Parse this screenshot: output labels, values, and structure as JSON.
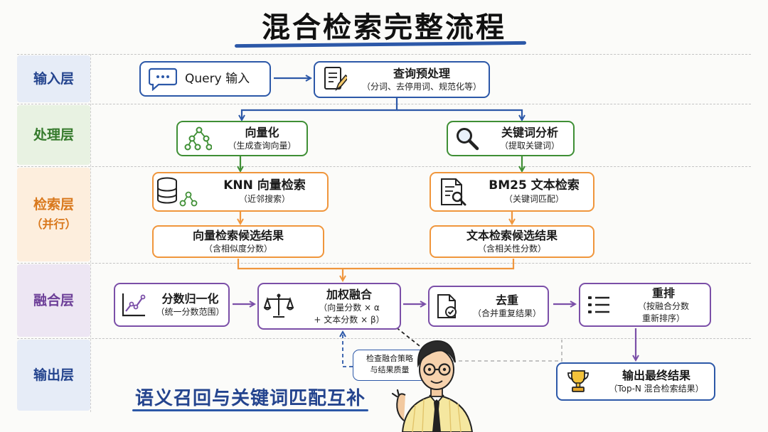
{
  "title": "混合检索完整流程",
  "layers": {
    "input": "输入层",
    "process": "处理层",
    "retrieve": "检索层",
    "retrieve_sub": "（并行）",
    "fusion": "融合层",
    "output": "输出层"
  },
  "nodes": {
    "query": {
      "label": "Query 输入"
    },
    "preprocess": {
      "label": "查询预处理",
      "desc": "（分词、去停用词、规范化等）"
    },
    "vectorize": {
      "label": "向量化",
      "desc": "（生成查询向量）"
    },
    "keyword": {
      "label": "关键词分析",
      "desc": "（提取关键词）"
    },
    "knn": {
      "label": "KNN 向量检索",
      "desc": "（近邻搜索）"
    },
    "bm25": {
      "label": "BM25 文本检索",
      "desc": "（关键词匹配）"
    },
    "vector_results": {
      "label": "向量检索候选结果",
      "desc": "（含相似度分数）"
    },
    "text_results": {
      "label": "文本检索候选结果",
      "desc": "（含相关性分数）"
    },
    "normalize": {
      "label": "分数归一化",
      "desc": "（统一分数范围）"
    },
    "fusion": {
      "label": "加权融合",
      "desc1": "（向量分数 × α",
      "desc2": "+ 文本分数 × β）"
    },
    "dedup": {
      "label": "去重",
      "desc": "（合并重复结果）"
    },
    "rerank": {
      "label": "重排",
      "desc1": "（按融合分数",
      "desc2": "重新排序）"
    },
    "final": {
      "label": "输出最终结果",
      "desc": "（Top-N 混合检索结果）"
    }
  },
  "callout": {
    "line1": "检查融合策略",
    "line2": "与结果质量"
  },
  "slogan": "语义召回与关键词匹配互补",
  "colors": {
    "blue": "#2c58a8",
    "green": "#3f8f35",
    "orange": "#f0963c",
    "purple": "#7b4fa8",
    "input_band": "#e6ecf7",
    "process_band": "#e8f2e2",
    "retrieve_band": "#fdeedd",
    "fusion_band": "#ede6f3",
    "output_band": "#e6ecf7"
  }
}
